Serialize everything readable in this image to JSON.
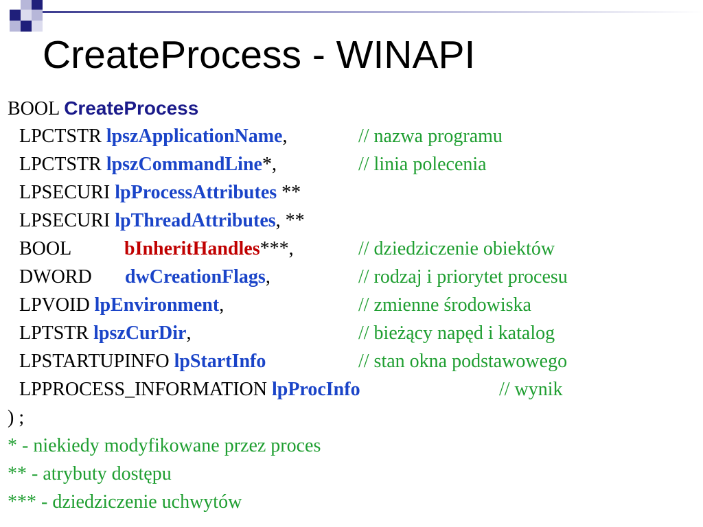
{
  "title": "CreateProcess - WINAPI",
  "colors": {
    "param": "#1a44c8",
    "inherit": "#c00000",
    "function_name": "#1a1a8a",
    "comment": "#1e9e30",
    "deco_dark": "#1f1f7a",
    "deco_light": "#b7b7d9"
  },
  "header": {
    "type": "BOOL",
    "name": "CreateProcess"
  },
  "params": [
    {
      "type": "LPCTSTR",
      "name": "lpszApplicationName",
      "suffix": ",",
      "comment": "// nazwa programu"
    },
    {
      "type": "LPCTSTR",
      "name": "lpszCommandLine",
      "suffix": "*,",
      "comment": "// linia polecenia"
    },
    {
      "type": "LPSECURI",
      "name": "lpProcessAttributes",
      "suffix": " **",
      "comment": ""
    },
    {
      "type": "LPSECURI",
      "name": "lpThreadAttributes",
      "suffix": ", **",
      "comment": ""
    },
    {
      "type": "BOOL",
      "name": "bInheritHandles",
      "suffix": "***,",
      "comment": "// dziedziczenie obiektów"
    },
    {
      "type": "DWORD",
      "name": "dwCreationFlags",
      "suffix": ",",
      "comment": "// rodzaj i priorytet procesu"
    },
    {
      "type": "LPVOID",
      "name": "lpEnvironment",
      "suffix": ",",
      "comment": "// zmienne środowiska"
    },
    {
      "type": "LPTSTR",
      "name": "lpszCurDir",
      "suffix": ",",
      "comment": "// bieżący napęd i katalog"
    },
    {
      "type": "LPSTARTUPINFO",
      "name": "lpStartInfo",
      "suffix": "",
      "comment": "// stan okna podstawowego"
    },
    {
      "type": "LPPROCESS_INFORMATION",
      "name": "lpProcInfo",
      "suffix": "",
      "comment": "// wynik"
    }
  ],
  "closing": ") ;",
  "notes": [
    "* - niekiedy modyfikowane przez proces",
    "** - atrybuty dostępu",
    "*** - dziedziczenie uchwytów"
  ]
}
